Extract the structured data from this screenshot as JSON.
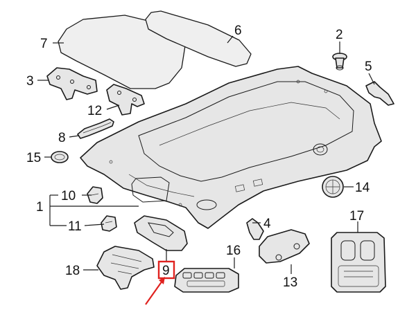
{
  "callouts": [
    {
      "id": "c1",
      "label": "1"
    },
    {
      "id": "c2",
      "label": "2"
    },
    {
      "id": "c3",
      "label": "3"
    },
    {
      "id": "c4",
      "label": "4"
    },
    {
      "id": "c5",
      "label": "5"
    },
    {
      "id": "c6",
      "label": "6"
    },
    {
      "id": "c7",
      "label": "7"
    },
    {
      "id": "c8",
      "label": "8"
    },
    {
      "id": "c9",
      "label": "9"
    },
    {
      "id": "c10",
      "label": "10"
    },
    {
      "id": "c11",
      "label": "11"
    },
    {
      "id": "c12",
      "label": "12"
    },
    {
      "id": "c13",
      "label": "13"
    },
    {
      "id": "c14",
      "label": "14"
    },
    {
      "id": "c15",
      "label": "15"
    },
    {
      "id": "c16",
      "label": "16"
    },
    {
      "id": "c17",
      "label": "17"
    },
    {
      "id": "c18",
      "label": "18"
    }
  ],
  "highlight": {
    "callout": "9",
    "color": "#e0221f"
  },
  "colors": {
    "line": "#1a1a1a",
    "fill": "#e6e6e6",
    "accent": "#e0221f"
  }
}
